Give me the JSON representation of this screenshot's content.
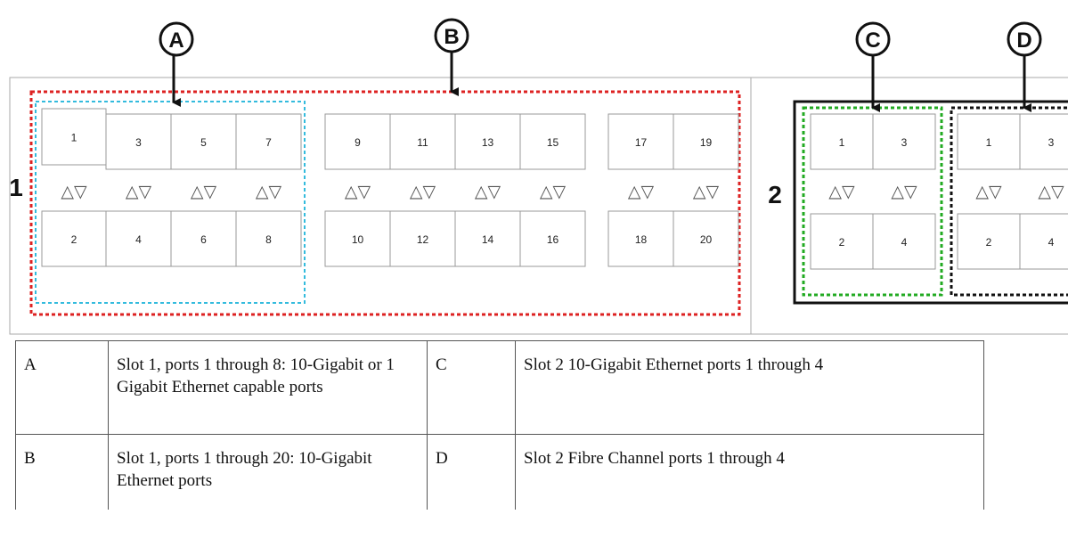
{
  "callouts": [
    "A",
    "B",
    "C",
    "D"
  ],
  "slots": [
    {
      "label": "1",
      "ports_top": [
        "1",
        "3",
        "5",
        "7",
        "9",
        "11",
        "13",
        "15",
        "17",
        "19"
      ],
      "ports_bottom": [
        "2",
        "4",
        "6",
        "8",
        "10",
        "12",
        "14",
        "16",
        "18",
        "20"
      ]
    },
    {
      "label": "2",
      "ports_top": [
        "1",
        "3",
        "1",
        "3"
      ],
      "ports_bottom": [
        "2",
        "4",
        "2",
        "4"
      ]
    }
  ],
  "arrows_glyph": "△▽",
  "colors": {
    "callout_A": "#33bbdd",
    "callout_B": "#dd2222",
    "callout_C": "#22aa22",
    "callout_D": "#111111",
    "box_border": "#999999"
  },
  "legend": [
    {
      "key": "A",
      "text": "Slot 1, ports 1 through 8: 10-Gigabit or 1 Gigabit Ethernet capable ports",
      "key2": "C",
      "text2": "Slot 2 10-Gigabit Ethernet ports 1 through 4"
    },
    {
      "key": "B",
      "text": "Slot 1, ports 1 through 20: 10-Gigabit Ethernet ports",
      "key2": "D",
      "text2": "Slot 2 Fibre Channel ports 1 through 4"
    }
  ]
}
